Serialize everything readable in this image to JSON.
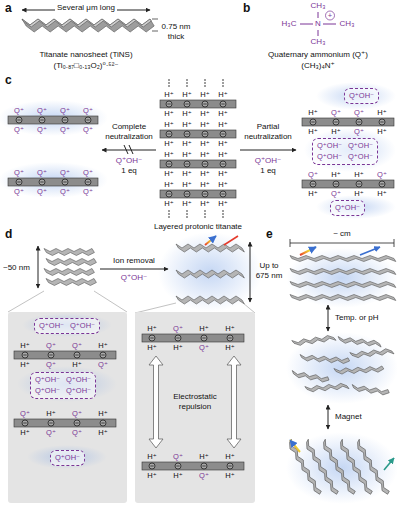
{
  "diagram": {
    "nodes": [
      {
        "text": [
          "Q⁺OH⁻"
        ]
      },
      {
        "text": [
          "Q⁺OH⁻",
          "Q⁺OH⁻",
          "Q⁺OH⁻",
          "Q⁺OH⁻"
        ]
      },
      {
        "text": [
          "Q⁺OH⁻"
        ]
      },
      {
        "text": [
          "Q⁺OH⁻",
          "Q⁺OH⁻"
        ]
      },
      {
        "text": [
          "Q⁺OH⁻",
          "Q⁺OH⁻",
          "Q⁺OH⁻",
          "Q⁺OH⁻"
        ]
      },
      {
        "text": [
          "Q⁺OH⁻"
        ]
      }
    ],
    "labels": [
      "a",
      "Several μm long",
      "0.75 nm thick",
      "Titanate nanosheet (TiNS)",
      "(Ti₀.₈₇□₀.₁₃O₂)⁰·⁵²⁻",
      "b",
      "CH₃",
      "H₃C",
      "N",
      "+",
      "CH₃",
      "CH₃",
      "Quaternary ammonium (Q⁺)",
      "(CH₃)₄N⁺",
      "c",
      "Complete neutralization",
      "Q⁺OH⁻",
      "1 eq",
      "Partial neutralization",
      "Q⁺OH⁻",
      "1 eq",
      "Layered protonic titanate",
      "H⁺",
      "H⁺",
      "H⁺",
      "H⁺",
      "H⁺",
      "H⁺",
      "H⁺",
      "H⁺",
      "H⁺",
      "H⁺",
      "H⁺",
      "H⁺",
      "H⁺",
      "H⁺",
      "H⁺",
      "H⁺",
      "H⁺",
      "H⁺",
      "H⁺",
      "H⁺",
      "H⁺",
      "H⁺",
      "H⁺",
      "H⁺",
      "H⁺",
      "H⁺",
      "H⁺",
      "H⁺",
      "H⁺",
      "H⁺",
      "H⁺",
      "H⁺",
      "Q⁺",
      "Q⁺",
      "Q⁺",
      "Q⁺",
      "Q⁺",
      "Q⁺",
      "Q⁺",
      "Q⁺",
      "Q⁺",
      "Q⁺",
      "Q⁺",
      "Q⁺",
      "Q⁺",
      "Q⁺",
      "Q⁺",
      "Q⁺",
      "H⁺",
      "Q⁺",
      "Q⁺",
      "H⁺",
      "H⁺",
      "H⁺",
      "Q⁺",
      "H⁺",
      "Q⁺",
      "H⁺",
      "H⁺",
      "Q⁺",
      "H⁺",
      "Q⁺",
      "H⁺",
      "H⁺",
      "d",
      "~50 nm",
      "Ion removal",
      "Q⁺OH⁻",
      "Up to 675 nm",
      "Electrostatic repulsion",
      "H⁺",
      "Q⁺",
      "Q⁺",
      "H⁺",
      "H⁺",
      "Q⁺",
      "H⁺",
      "Q⁺",
      "Q⁺",
      "H⁺",
      "Q⁺",
      "H⁺",
      "H⁺",
      "Q⁺",
      "Q⁺",
      "H⁺",
      "H⁺",
      "Q⁺",
      "H⁺",
      "H⁺",
      "H⁺",
      "H⁺",
      "Q⁺",
      "H⁺",
      "H⁺",
      "Q⁺",
      "H⁺",
      "H⁺",
      "H⁺",
      "H⁺",
      "Q⁺",
      "H⁺",
      "e",
      "~ cm",
      "Temp. or pH",
      "Magnet"
    ]
  }
}
